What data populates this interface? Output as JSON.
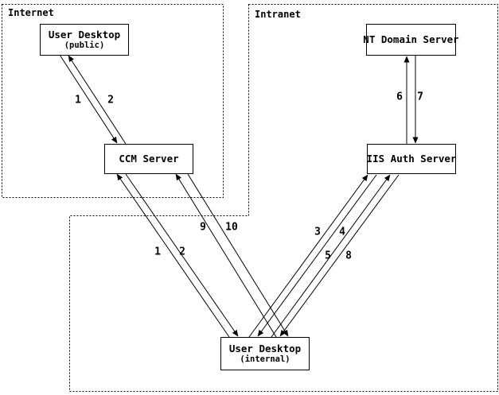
{
  "diagram": {
    "zones": [
      {
        "label": "Internet"
      },
      {
        "label": "Intranet"
      }
    ],
    "nodes": [
      {
        "id": "user-desktop-public",
        "title": "User Desktop",
        "subtitle": "(public)"
      },
      {
        "id": "ccm-server",
        "title": "CCM Server",
        "subtitle": ""
      },
      {
        "id": "nt-domain-server",
        "title": "NT Domain Server",
        "subtitle": ""
      },
      {
        "id": "iis-auth-server",
        "title": "IIS Auth Server",
        "subtitle": ""
      },
      {
        "id": "user-desktop-internal",
        "title": "User Desktop",
        "subtitle": "(internal)"
      }
    ],
    "edges": [
      {
        "label": "1",
        "from": "user-desktop-public",
        "to": "ccm-server"
      },
      {
        "label": "2",
        "from": "ccm-server",
        "to": "user-desktop-public"
      },
      {
        "label": "6",
        "from": "iis-auth-server",
        "to": "nt-domain-server"
      },
      {
        "label": "7",
        "from": "nt-domain-server",
        "to": "iis-auth-server"
      },
      {
        "label": "1",
        "from": "user-desktop-internal",
        "to": "ccm-server"
      },
      {
        "label": "2",
        "from": "ccm-server",
        "to": "user-desktop-internal"
      },
      {
        "label": "9",
        "from": "user-desktop-internal",
        "to": "ccm-server"
      },
      {
        "label": "10",
        "from": "ccm-server",
        "to": "user-desktop-internal"
      },
      {
        "label": "3",
        "from": "user-desktop-internal",
        "to": "iis-auth-server"
      },
      {
        "label": "4",
        "from": "iis-auth-server",
        "to": "user-desktop-internal"
      },
      {
        "label": "5",
        "from": "user-desktop-internal",
        "to": "iis-auth-server"
      },
      {
        "label": "8",
        "from": "iis-auth-server",
        "to": "user-desktop-internal"
      }
    ],
    "colors": {
      "line": "#000000",
      "background": "#ffffff"
    }
  }
}
